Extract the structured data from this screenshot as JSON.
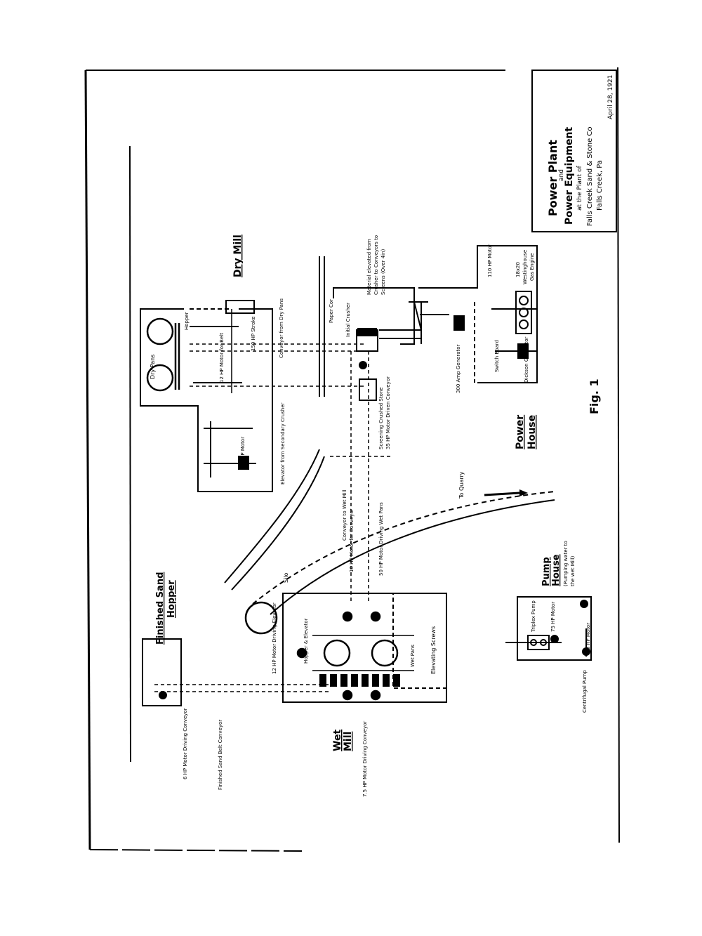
{
  "title_block": {
    "line1": "Power Plant",
    "line2": "and",
    "line3": "Power Equipment",
    "line4": "at the Plant of",
    "line5": "Falls Creek Sand & Stone Co",
    "line6": "Falls Creek, Pa",
    "date": "April 28, 1921"
  },
  "figure_label": "Fig. 1",
  "sections": {
    "dry_mill": "Dry Mill",
    "power_house_1": "Power",
    "power_house_2": "House",
    "pump_house_1": "Pump",
    "pump_house_2": "House",
    "pump_house_note1": "(Pumping water to",
    "pump_house_note2": "the wet Mill)",
    "finished_sand_1": "Finished Sand",
    "finished_sand_2": "Hopper",
    "wet_mill_1": "Wet",
    "wet_mill_2": "Mill"
  },
  "labels": {
    "dry_pans": "Dry Pans",
    "hopper": "Hopper",
    "motor_12": "12 HP Motor for Belt",
    "motor_150": "150 HP Stroke",
    "conveyor_dry": "Conveyor from Dry Pans",
    "paper_cor": "Paper Cor",
    "initial_crusher": "Initial Crusher",
    "material_elevated_1": "Material elevated from",
    "material_elevated_2": "Crusher to Conveyors to",
    "material_elevated_3": "Screens (Over 4in)",
    "motor_110": "110 HP Motor",
    "engine_1": "18x20",
    "engine_2": "Westinghouse",
    "engine_3": "Gas Engine",
    "gen_300": "300 Amp Generator",
    "switch_board": "Switch Board",
    "dickson_gen": "Dickson Generator",
    "elevator_secondary": "Elevator from Secondary Crusher",
    "motor_30": "30 HP Motor",
    "screening_1": "Screening Crushed Stone",
    "screening_2": "35 HP Motor Driven Conveyor",
    "conveyor_wet": "Conveyor to Wet Mill",
    "quarry": "To Quarry",
    "motor_10": "10 HP Motor for Conveyor",
    "motor_50": "50 HP Motor Driving Wet Pans",
    "silo": "Silo",
    "motor_12_silo": "12 HP Motor Driving Elevator",
    "hopper_elevator": "Hopper & Elevator",
    "wet_pans": "Wet Pans",
    "elevating_screws": "Elevating Screws",
    "triplex_pump": "Triplex Pump",
    "motor_75": "75 HP Motor",
    "motor_20": "20 HP Motor",
    "centrifugal_pump": "Centrifugal Pump",
    "motor_6": "6 HP Motor Driving Conveyor",
    "finished_belt": "Finished Sand Belt Conveyor",
    "motor_7": "7.5 HP Motor Driving Conveyor"
  }
}
